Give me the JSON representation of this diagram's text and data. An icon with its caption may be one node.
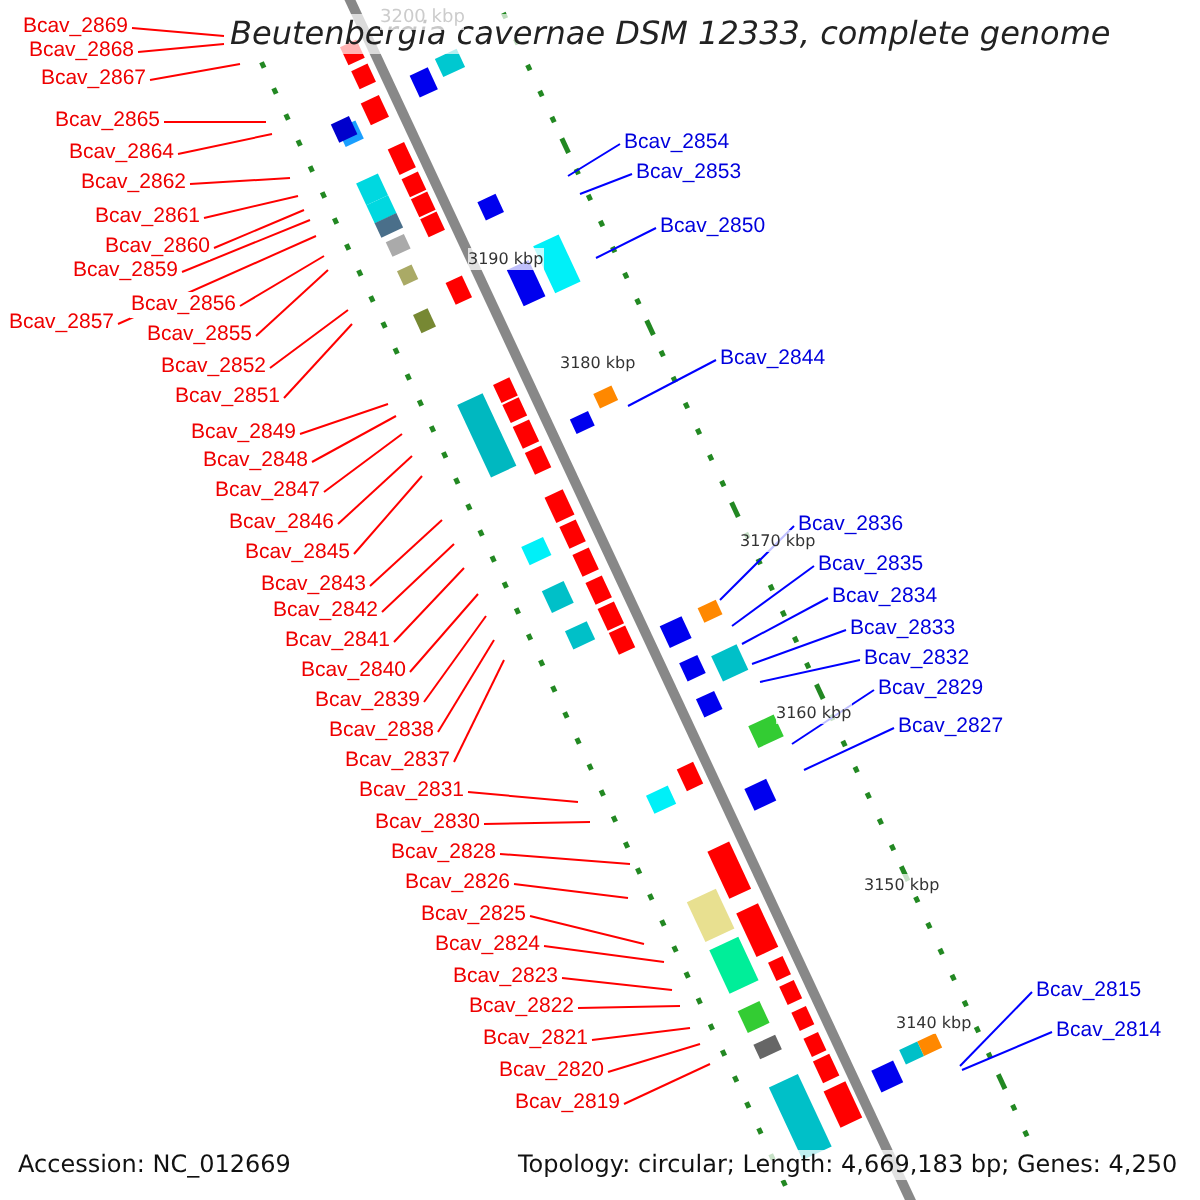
{
  "diagram": {
    "title": "Beutenbergia cavernae DSM 12333, complete genome",
    "nodes": [
      {
        "text": [
          "Bcav_2869"
        ]
      },
      {
        "text": [
          "Bcav_2868"
        ]
      },
      {
        "text": [
          "Bcav_2867"
        ]
      },
      {
        "text": [
          "Bcav_2865"
        ]
      },
      {
        "text": [
          "Bcav_2864"
        ]
      },
      {
        "text": [
          "Bcav_2862"
        ]
      },
      {
        "text": [
          "Bcav_2861"
        ]
      },
      {
        "text": [
          "Bcav_2860"
        ]
      },
      {
        "text": [
          "Bcav_2859"
        ]
      },
      {
        "text": [
          "Bcav_2857"
        ]
      },
      {
        "text": [
          "Bcav_2856"
        ]
      },
      {
        "text": [
          "Bcav_2855"
        ]
      },
      {
        "text": [
          "Bcav_2852"
        ]
      },
      {
        "text": [
          "Bcav_2851"
        ]
      },
      {
        "text": [
          "Bcav_2849"
        ]
      },
      {
        "text": [
          "Bcav_2848"
        ]
      },
      {
        "text": [
          "Bcav_2847"
        ]
      },
      {
        "text": [
          "Bcav_2846"
        ]
      },
      {
        "text": [
          "Bcav_2845"
        ]
      },
      {
        "text": [
          "Bcav_2843"
        ]
      },
      {
        "text": [
          "Bcav_2842"
        ]
      },
      {
        "text": [
          "Bcav_2841"
        ]
      },
      {
        "text": [
          "Bcav_2840"
        ]
      },
      {
        "text": [
          "Bcav_2839"
        ]
      },
      {
        "text": [
          "Bcav_2838"
        ]
      },
      {
        "text": [
          "Bcav_2837"
        ]
      },
      {
        "text": [
          "Bcav_2831"
        ]
      },
      {
        "text": [
          "Bcav_2830"
        ]
      },
      {
        "text": [
          "Bcav_2828"
        ]
      },
      {
        "text": [
          "Bcav_2826"
        ]
      },
      {
        "text": [
          "Bcav_2825"
        ]
      },
      {
        "text": [
          "Bcav_2824"
        ]
      },
      {
        "text": [
          "Bcav_2823"
        ]
      },
      {
        "text": [
          "Bcav_2822"
        ]
      },
      {
        "text": [
          "Bcav_2821"
        ]
      },
      {
        "text": [
          "Bcav_2820"
        ]
      },
      {
        "text": [
          "Bcav_2819"
        ]
      },
      {
        "text": [
          "Bcav_2854"
        ]
      },
      {
        "text": [
          "Bcav_2853"
        ]
      },
      {
        "text": [
          "Bcav_2850"
        ]
      },
      {
        "text": [
          "Bcav_2844"
        ]
      },
      {
        "text": [
          "Bcav_2836"
        ]
      },
      {
        "text": [
          "Bcav_2835"
        ]
      },
      {
        "text": [
          "Bcav_2834"
        ]
      },
      {
        "text": [
          "Bcav_2833"
        ]
      },
      {
        "text": [
          "Bcav_2832"
        ]
      },
      {
        "text": [
          "Bcav_2829"
        ]
      },
      {
        "text": [
          "Bcav_2827"
        ]
      },
      {
        "text": [
          "Bcav_2815"
        ]
      },
      {
        "text": [
          "Bcav_2814"
        ]
      }
    ],
    "edges": [
      {
        "from": 0,
        "to": null,
        "arrow": "none"
      },
      {
        "from": 1,
        "to": null,
        "arrow": "none"
      },
      {
        "from": 2,
        "to": null,
        "arrow": "none"
      },
      {
        "from": 3,
        "to": null,
        "arrow": "none"
      },
      {
        "from": 4,
        "to": null,
        "arrow": "none"
      },
      {
        "from": 5,
        "to": null,
        "arrow": "none"
      },
      {
        "from": 6,
        "to": null,
        "arrow": "none"
      },
      {
        "from": 7,
        "to": null,
        "arrow": "none"
      },
      {
        "from": 8,
        "to": null,
        "arrow": "none"
      },
      {
        "from": 9,
        "to": null,
        "arrow": "none"
      },
      {
        "from": 10,
        "to": null,
        "arrow": "none"
      },
      {
        "from": 11,
        "to": null,
        "arrow": "none"
      },
      {
        "from": 12,
        "to": null,
        "arrow": "none"
      },
      {
        "from": 13,
        "to": null,
        "arrow": "none"
      },
      {
        "from": 14,
        "to": null,
        "arrow": "none"
      },
      {
        "from": 15,
        "to": null,
        "arrow": "none"
      },
      {
        "from": 16,
        "to": null,
        "arrow": "none"
      },
      {
        "from": 17,
        "to": null,
        "arrow": "none"
      },
      {
        "from": 18,
        "to": null,
        "arrow": "none"
      },
      {
        "from": 19,
        "to": null,
        "arrow": "none"
      },
      {
        "from": 20,
        "to": null,
        "arrow": "none"
      },
      {
        "from": 21,
        "to": null,
        "arrow": "none"
      },
      {
        "from": 22,
        "to": null,
        "arrow": "none"
      },
      {
        "from": 23,
        "to": null,
        "arrow": "none"
      },
      {
        "from": 24,
        "to": null,
        "arrow": "none"
      },
      {
        "from": 25,
        "to": null,
        "arrow": "none"
      },
      {
        "from": 26,
        "to": null,
        "arrow": "none"
      },
      {
        "from": 27,
        "to": null,
        "arrow": "none"
      },
      {
        "from": 28,
        "to": null,
        "arrow": "none"
      },
      {
        "from": 29,
        "to": null,
        "arrow": "none"
      },
      {
        "from": 30,
        "to": null,
        "arrow": "none"
      },
      {
        "from": 31,
        "to": null,
        "arrow": "none"
      },
      {
        "from": 32,
        "to": null,
        "arrow": "none"
      },
      {
        "from": 33,
        "to": null,
        "arrow": "none"
      },
      {
        "from": 34,
        "to": null,
        "arrow": "none"
      },
      {
        "from": 35,
        "to": null,
        "arrow": "none"
      },
      {
        "from": 36,
        "to": null,
        "arrow": "none"
      },
      {
        "from": 37,
        "to": null,
        "arrow": "none",
        "color": "#0000ff"
      },
      {
        "from": 38,
        "to": null,
        "arrow": "none",
        "color": "#0000ff"
      },
      {
        "from": 39,
        "to": null,
        "arrow": "none",
        "color": "#0000ff"
      },
      {
        "from": 40,
        "to": null,
        "arrow": "none",
        "color": "#0000ff"
      },
      {
        "from": 41,
        "to": null,
        "arrow": "none",
        "color": "#0000ff"
      },
      {
        "from": 42,
        "to": null,
        "arrow": "none",
        "color": "#0000ff"
      },
      {
        "from": 43,
        "to": null,
        "arrow": "none",
        "color": "#0000ff"
      },
      {
        "from": 44,
        "to": null,
        "arrow": "none",
        "color": "#0000ff"
      },
      {
        "from": 45,
        "to": null,
        "arrow": "none",
        "color": "#0000ff"
      },
      {
        "from": 46,
        "to": null,
        "arrow": "none",
        "color": "#0000ff"
      },
      {
        "from": 47,
        "to": null,
        "arrow": "none",
        "color": "#0000ff"
      },
      {
        "from": 48,
        "to": null,
        "arrow": "none",
        "color": "#0000ff"
      },
      {
        "from": 49,
        "to": null,
        "arrow": "none",
        "color": "#0000ff"
      }
    ],
    "labels": [
      "3200 kbp",
      "3190 kbp",
      "3180 kbp",
      "3170 kbp",
      "3160 kbp",
      "3150 kbp",
      "3140 kbp",
      "Accession: NC_012669",
      "Topology: circular; Length: 4,669,183 bp; Genes: 4,250"
    ]
  }
}
